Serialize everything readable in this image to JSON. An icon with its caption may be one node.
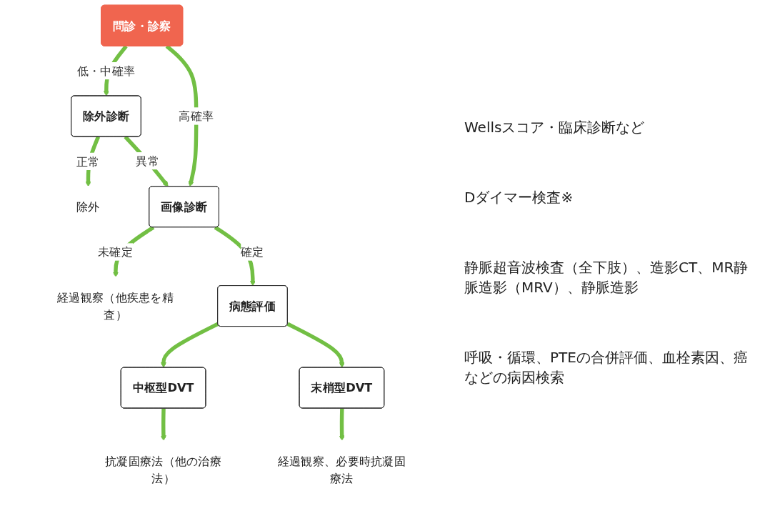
{
  "diagram": {
    "nodes": [
      {
        "text": [
          "問診・診察"
        ]
      },
      {
        "text": [
          "除外診断"
        ]
      },
      {
        "text": [
          "除外"
        ]
      },
      {
        "text": [
          "画像診断"
        ]
      },
      {
        "text": [
          "経過観察（他疾患を精査）"
        ]
      },
      {
        "text": [
          "病態評価"
        ]
      },
      {
        "text": [
          "中枢型DVT"
        ]
      },
      {
        "text": [
          "末梢型DVT"
        ]
      },
      {
        "text": [
          "抗凝固療法（他の治療法）"
        ]
      },
      {
        "text": [
          "経過観察、必要時抗凝固療法"
        ]
      }
    ],
    "edges": [
      {
        "from": 0,
        "to": 1,
        "arrow": "to",
        "label": "低・中確率"
      },
      {
        "from": 0,
        "to": 3,
        "arrow": "to",
        "label": "高確率"
      },
      {
        "from": 1,
        "to": 2,
        "arrow": "to",
        "label": "正常"
      },
      {
        "from": 1,
        "to": 3,
        "arrow": "to",
        "label": "異常"
      },
      {
        "from": 3,
        "to": 4,
        "arrow": "to",
        "label": "未確定"
      },
      {
        "from": 3,
        "to": 5,
        "arrow": "to",
        "label": "確定"
      },
      {
        "from": 5,
        "to": 6,
        "arrow": "to"
      },
      {
        "from": 5,
        "to": 7,
        "arrow": "to"
      },
      {
        "from": 6,
        "to": 8,
        "arrow": "to"
      },
      {
        "from": 7,
        "to": 9,
        "arrow": "to"
      }
    ],
    "labels": [
      "Wellsスコア・臨床診断など",
      "Dダイマー検査※",
      "静脈超音波検査（全下肢）、造影CT、MR静脈造影（MRV）、静脈造影",
      "呼吸・循環、PTEの合併評価、血栓素因、癌などの病因検索"
    ]
  }
}
